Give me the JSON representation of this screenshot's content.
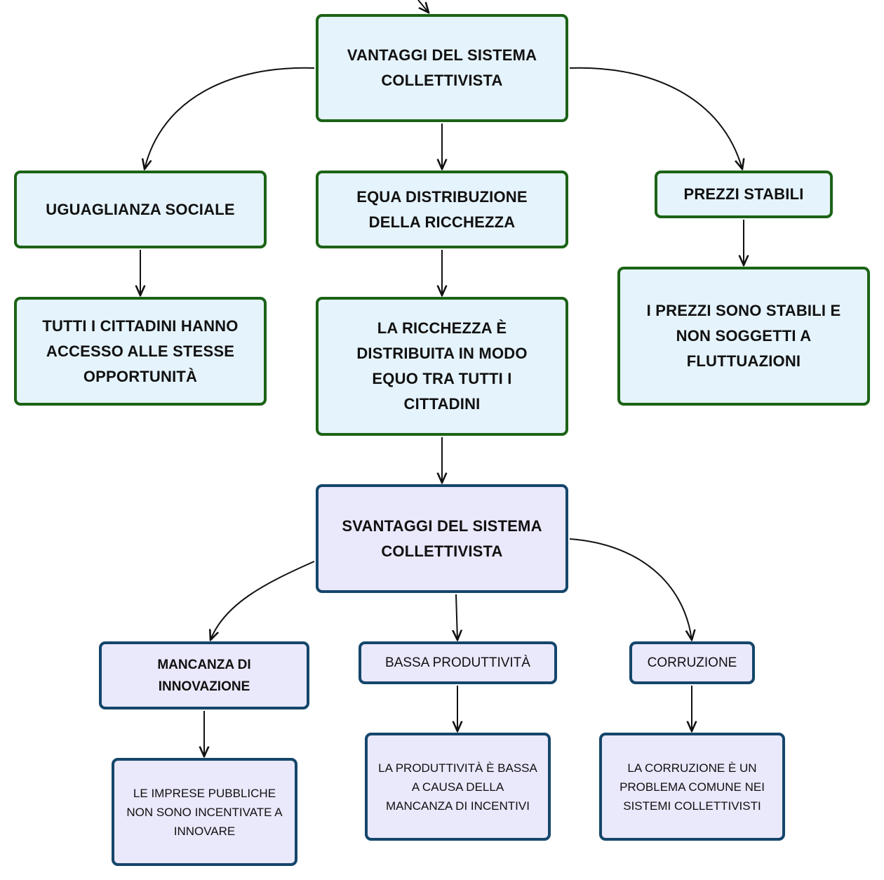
{
  "diagram": {
    "nodes": {
      "vantaggi": {
        "lines": [
          "VANTAGGI DEL SISTEMA",
          "COLLETTIVISTA"
        ]
      },
      "uguaglianza": {
        "lines": [
          "UGUAGLIANZA SOCIALE"
        ]
      },
      "equa": {
        "lines": [
          "EQUA DISTRIBUZIONE",
          "DELLA RICCHEZZA"
        ]
      },
      "prezzi": {
        "lines": [
          "PREZZI STABILI"
        ]
      },
      "cittadini": {
        "lines": [
          "TUTTI I CITTADINI HANNO",
          "ACCESSO ALLE STESSE",
          "OPPORTUNITÀ"
        ]
      },
      "ricchezza": {
        "lines": [
          "LA RICCHEZZA È",
          "DISTRIBUITA IN MODO",
          "EQUO TRA TUTTI I",
          "CITTADINI"
        ]
      },
      "prezzi_stab": {
        "lines": [
          "I PREZZI SONO STABILI E",
          "NON SOGGETTI A",
          "FLUTTUAZIONI"
        ]
      },
      "svantaggi": {
        "lines": [
          "SVANTAGGI DEL SISTEMA",
          "COLLETTIVISTA"
        ]
      },
      "innovazione": {
        "lines": [
          "MANCANZA DI",
          "INNOVAZIONE"
        ]
      },
      "bassa": {
        "lines": [
          "BASSA PRODUTTIVITÀ"
        ]
      },
      "corruzione": {
        "lines": [
          "CORRUZIONE"
        ]
      },
      "imprese": {
        "lines": [
          "LE IMPRESE PUBBLICHE",
          "NON SONO INCENTIVATE A",
          "INNOVARE"
        ]
      },
      "produttivita": {
        "lines": [
          "LA PRODUTTIVITÀ È BASSA",
          "A CAUSA DELLA",
          "MANCANZA DI INCENTIVI"
        ]
      },
      "corr_desc": {
        "lines": [
          "LA CORRUZIONE È UN",
          "PROBLEMA COMUNE NEI",
          "SISTEMI COLLETTIVISTI"
        ]
      }
    },
    "edges": [
      [
        "vantaggi",
        "uguaglianza"
      ],
      [
        "vantaggi",
        "equa"
      ],
      [
        "vantaggi",
        "prezzi"
      ],
      [
        "uguaglianza",
        "cittadini"
      ],
      [
        "equa",
        "ricchezza"
      ],
      [
        "prezzi",
        "prezzi_stab"
      ],
      [
        "ricchezza",
        "svantaggi"
      ],
      [
        "svantaggi",
        "innovazione"
      ],
      [
        "svantaggi",
        "bassa"
      ],
      [
        "svantaggi",
        "corruzione"
      ],
      [
        "innovazione",
        "imprese"
      ],
      [
        "bassa",
        "produttivita"
      ],
      [
        "corruzione",
        "corr_desc"
      ]
    ],
    "colors": {
      "pro_fill": "#e5f3fc",
      "pro_border": "#1b6316",
      "con_fill": "#eae8fb",
      "con_border": "#15466b",
      "edge": "#111111"
    }
  }
}
